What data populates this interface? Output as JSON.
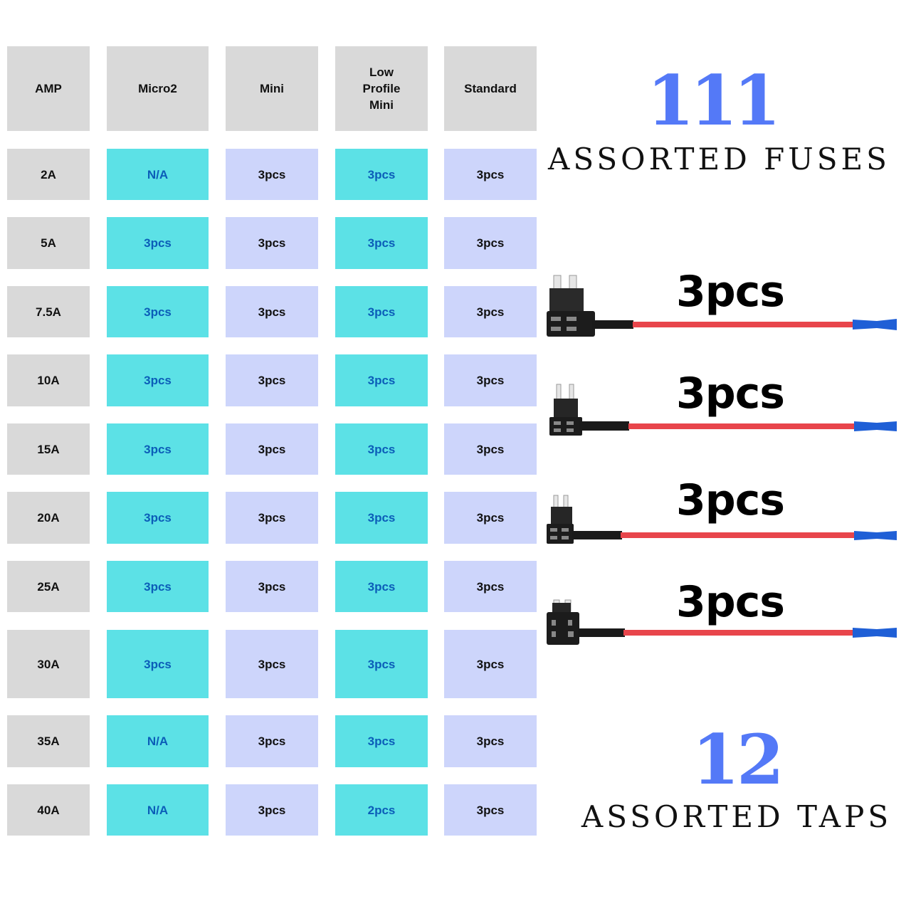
{
  "table": {
    "headers": [
      "AMP",
      "Micro2",
      "Mini",
      "Low\nProfile\nMini",
      "Standard"
    ],
    "header_lines": {
      "low_profile_mini": [
        "Low",
        "Profile",
        "Mini"
      ]
    },
    "rows": [
      {
        "amp": "2A",
        "micro2": "N/A",
        "mini": "3pcs",
        "low_profile_mini": "3pcs",
        "standard": "3pcs"
      },
      {
        "amp": "5A",
        "micro2": "3pcs",
        "mini": "3pcs",
        "low_profile_mini": "3pcs",
        "standard": "3pcs"
      },
      {
        "amp": "7.5A",
        "micro2": "3pcs",
        "mini": "3pcs",
        "low_profile_mini": "3pcs",
        "standard": "3pcs"
      },
      {
        "amp": "10A",
        "micro2": "3pcs",
        "mini": "3pcs",
        "low_profile_mini": "3pcs",
        "standard": "3pcs"
      },
      {
        "amp": "15A",
        "micro2": "3pcs",
        "mini": "3pcs",
        "low_profile_mini": "3pcs",
        "standard": "3pcs"
      },
      {
        "amp": "20A",
        "micro2": "3pcs",
        "mini": "3pcs",
        "low_profile_mini": "3pcs",
        "standard": "3pcs"
      },
      {
        "amp": "25A",
        "micro2": "3pcs",
        "mini": "3pcs",
        "low_profile_mini": "3pcs",
        "standard": "3pcs"
      },
      {
        "amp": "30A",
        "micro2": "3pcs",
        "mini": "3pcs",
        "low_profile_mini": "3pcs",
        "standard": "3pcs"
      },
      {
        "amp": "35A",
        "micro2": "N/A",
        "mini": "3pcs",
        "low_profile_mini": "3pcs",
        "standard": "3pcs"
      },
      {
        "amp": "40A",
        "micro2": "N/A",
        "mini": "3pcs",
        "low_profile_mini": "2pcs",
        "standard": "3pcs"
      }
    ]
  },
  "fuses_block": {
    "count": "111",
    "caption": "ASSORTED FUSES"
  },
  "taps": [
    {
      "label": "3pcs",
      "type": "standard-fuse-tap"
    },
    {
      "label": "3pcs",
      "type": "micro2-fuse-tap"
    },
    {
      "label": "3pcs",
      "type": "low-profile-mini-fuse-tap"
    },
    {
      "label": "3pcs",
      "type": "mini-fuse-tap"
    }
  ],
  "taps_block": {
    "count": "12",
    "caption": "ASSORTED TAPS"
  },
  "colors": {
    "header_gray": "#d9d9d9",
    "teal": "#5ce1e6",
    "teal_text": "#0b5db8",
    "lavender": "#cdd5fb",
    "accent_blue": "#5479f7",
    "wire_red": "#e8454b",
    "terminal_blue": "#1f5fd6"
  }
}
